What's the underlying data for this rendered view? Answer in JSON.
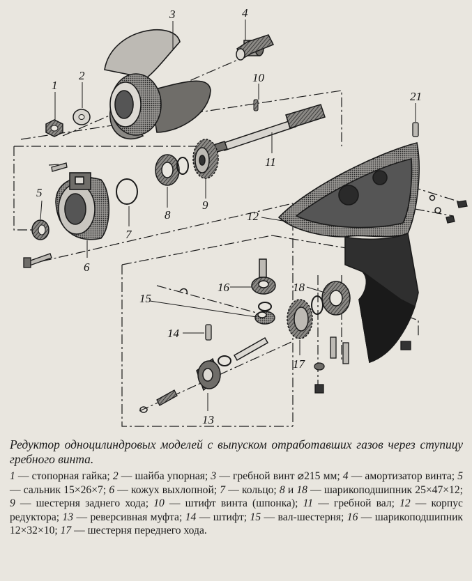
{
  "figure": {
    "labels": [
      {
        "id": "1",
        "text": "1"
      },
      {
        "id": "2",
        "text": "2"
      },
      {
        "id": "3",
        "text": "3"
      },
      {
        "id": "4",
        "text": "4"
      },
      {
        "id": "5",
        "text": "5"
      },
      {
        "id": "6",
        "text": "6"
      },
      {
        "id": "7",
        "text": "7"
      },
      {
        "id": "8",
        "text": "8"
      },
      {
        "id": "9",
        "text": "9"
      },
      {
        "id": "10",
        "text": "10"
      },
      {
        "id": "11",
        "text": "11"
      },
      {
        "id": "12",
        "text": "12"
      },
      {
        "id": "13",
        "text": "13"
      },
      {
        "id": "14",
        "text": "14"
      },
      {
        "id": "15",
        "text": "15"
      },
      {
        "id": "16",
        "text": "16"
      },
      {
        "id": "17",
        "text": "17"
      },
      {
        "id": "18",
        "text": "18"
      },
      {
        "id": "21",
        "text": "21"
      }
    ]
  },
  "caption": {
    "title": "Редуктор одноцилиндровых моделей с выпуском отработавших газов через ступицу гребного винта.",
    "legend": [
      {
        "num": "1",
        "text": " — стопорная гайка; "
      },
      {
        "num": "2",
        "text": " — шайба упорная; "
      },
      {
        "num": "3",
        "text": " — гребной винт ⌀215 мм; "
      },
      {
        "num": "4",
        "text": " — амортизатор винта; "
      },
      {
        "num": "5",
        "text": " — сальник 15×26×7; "
      },
      {
        "num": "6",
        "text": " — кожух выхлопной; "
      },
      {
        "num": "7",
        "text": " — кольцо; "
      },
      {
        "num": "8",
        "text": " и "
      },
      {
        "num": "18",
        "text": " — шарикоподшипник 25×47×12; "
      },
      {
        "num": "9",
        "text": " — шестерня заднего хода; "
      },
      {
        "num": "10",
        "text": " — штифт винта (шпонка); "
      },
      {
        "num": "11",
        "text": " — гребной вал; "
      },
      {
        "num": "12",
        "text": " — корпус редуктора; "
      },
      {
        "num": "13",
        "text": " — реверсивная муфта; "
      },
      {
        "num": "14",
        "text": " — штифт; "
      },
      {
        "num": "15",
        "text": " — вал-шестерня; "
      },
      {
        "num": "16",
        "text": " — шарикоподшипник 12×32×10; "
      },
      {
        "num": "17",
        "text": " — шестерня переднего хода."
      }
    ]
  },
  "colors": {
    "ink": "#1a1a1a",
    "paper": "#e9e6df",
    "shade": "#555555"
  }
}
